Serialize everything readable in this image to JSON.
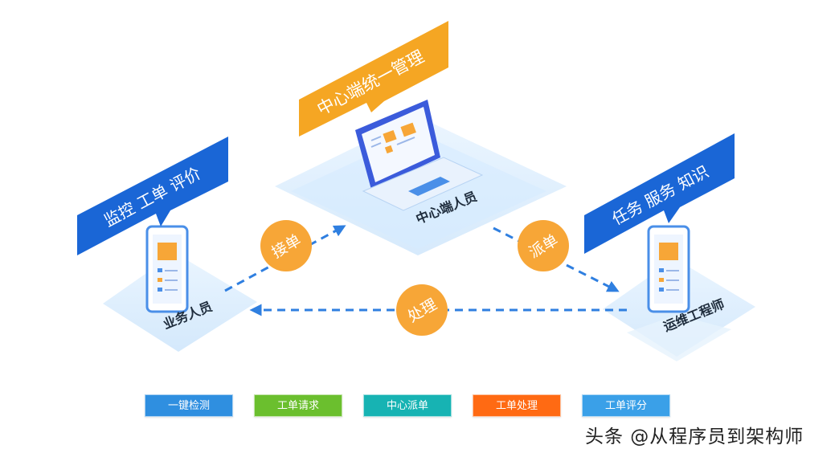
{
  "center": {
    "banner": "中心端统一管理",
    "label": "中心端人员"
  },
  "left": {
    "banner": "监控  工单  评价",
    "label": "业务人员"
  },
  "right": {
    "banner": "任务  服务  知识",
    "label": "运维工程师"
  },
  "flow": {
    "accept": "接单",
    "dispatch": "派单",
    "process": "处理"
  },
  "legend": [
    {
      "label": "一键检测",
      "color": "#2f8fe0"
    },
    {
      "label": "工单请求",
      "color": "#6bbf2e"
    },
    {
      "label": "中心派单",
      "color": "#17b3b3"
    },
    {
      "label": "工单处理",
      "color": "#ff6a13"
    },
    {
      "label": "工单评分",
      "color": "#3aa0e8"
    }
  ],
  "colors": {
    "banner_blue": "#1a66d6",
    "banner_orange": "#f5a623",
    "flow_circle": "#f7a637",
    "platform": "#dcefff",
    "arrow": "#2f7fe0"
  },
  "watermark": "头条 @从程序员到架构师"
}
